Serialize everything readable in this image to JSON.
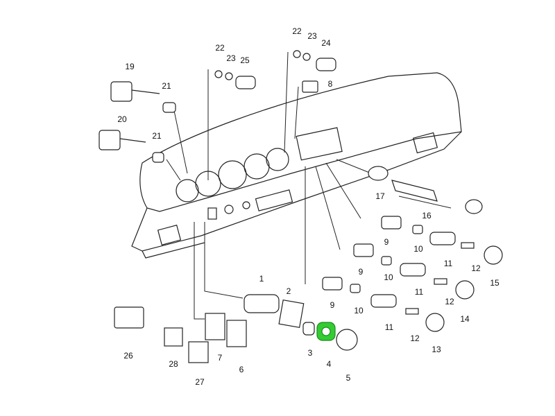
{
  "highlight_color": "#33cc33",
  "callouts": [
    {
      "id": "p19a",
      "text": "19"
    },
    {
      "id": "p21a",
      "text": "21"
    },
    {
      "id": "p20",
      "text": "20"
    },
    {
      "id": "p21b",
      "text": "21"
    },
    {
      "id": "p22a",
      "text": "22"
    },
    {
      "id": "p23a",
      "text": "23"
    },
    {
      "id": "p25",
      "text": "25"
    },
    {
      "id": "p22b",
      "text": "22"
    },
    {
      "id": "p23b",
      "text": "23"
    },
    {
      "id": "p24",
      "text": "24"
    },
    {
      "id": "p8",
      "text": "8"
    },
    {
      "id": "p17",
      "text": "17"
    },
    {
      "id": "p16",
      "text": "16"
    },
    {
      "id": "p9a",
      "text": "9"
    },
    {
      "id": "p10a",
      "text": "10"
    },
    {
      "id": "p11a",
      "text": "11"
    },
    {
      "id": "p12a",
      "text": "12"
    },
    {
      "id": "p15",
      "text": "15"
    },
    {
      "id": "p9b",
      "text": "9"
    },
    {
      "id": "p10b",
      "text": "10"
    },
    {
      "id": "p11b",
      "text": "11"
    },
    {
      "id": "p12b",
      "text": "12"
    },
    {
      "id": "p14",
      "text": "14"
    },
    {
      "id": "p1",
      "text": "1"
    },
    {
      "id": "p2",
      "text": "2"
    },
    {
      "id": "p9c",
      "text": "9"
    },
    {
      "id": "p10c",
      "text": "10"
    },
    {
      "id": "p11c",
      "text": "11"
    },
    {
      "id": "p12c",
      "text": "12"
    },
    {
      "id": "p13",
      "text": "13"
    },
    {
      "id": "p3",
      "text": "3"
    },
    {
      "id": "p4",
      "text": "4"
    },
    {
      "id": "p5",
      "text": "5"
    },
    {
      "id": "p26",
      "text": "26"
    },
    {
      "id": "p28",
      "text": "28"
    },
    {
      "id": "p7",
      "text": "7"
    },
    {
      "id": "p6",
      "text": "6"
    },
    {
      "id": "p27",
      "text": "27"
    }
  ]
}
